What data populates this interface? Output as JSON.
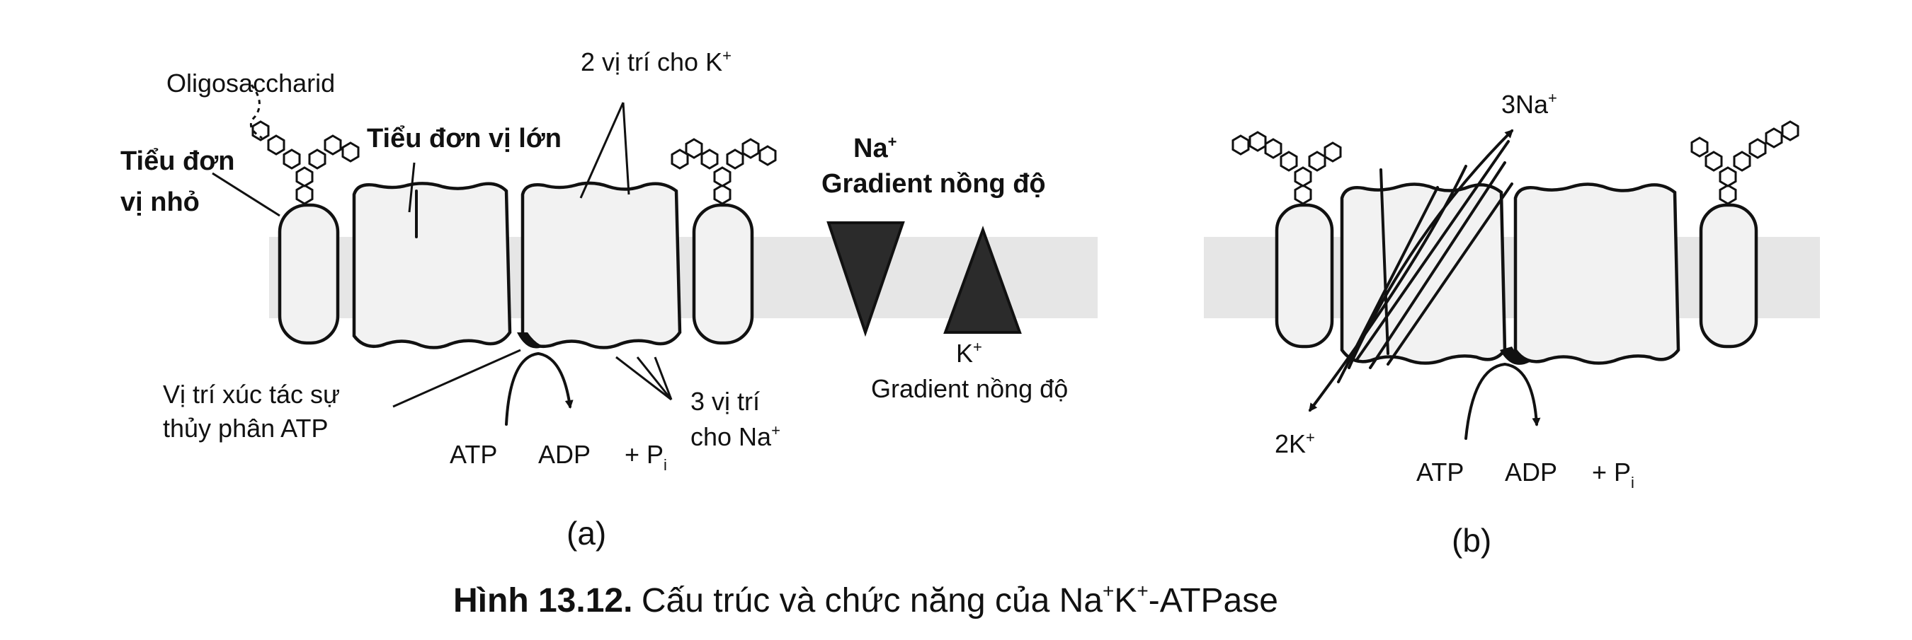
{
  "panel_a": {
    "label": "(a)",
    "oligosaccharide": "Oligosaccharid",
    "small_subunit": [
      "Tiểu đơn",
      "vị nhỏ"
    ],
    "large_subunit": "Tiểu đơn vị lớn",
    "k_sites": "2 vị trí cho K",
    "k_sites_sup": "+",
    "catalytic_site": [
      "Vị trí xúc tác sự",
      "thủy phân ATP"
    ],
    "atp": "ATP",
    "adp": "ADP",
    "pi": "+ P",
    "pi_sub": "i",
    "na_sites": [
      "3 vị trí",
      "cho Na"
    ],
    "na_sites_sup": "+",
    "na_ion": "Na",
    "na_ion_sup": "+",
    "na_gradient": "Gradient nồng độ",
    "k_ion": "K",
    "k_ion_sup": "+",
    "k_gradient": "Gradient nồng độ"
  },
  "panel_b": {
    "label": "(b)",
    "na_out": "3Na",
    "na_out_sup": "+",
    "k_in": "2K",
    "k_in_sup": "+",
    "atp": "ATP",
    "adp": "ADP",
    "pi": "+ P",
    "pi_sub": "i"
  },
  "caption": {
    "bold": "Hình 13.12.",
    "text": "Cấu trúc và chức năng của Na",
    "sup1": "+",
    "k": "K",
    "sup2": "+",
    "tail": "-ATPase"
  }
}
